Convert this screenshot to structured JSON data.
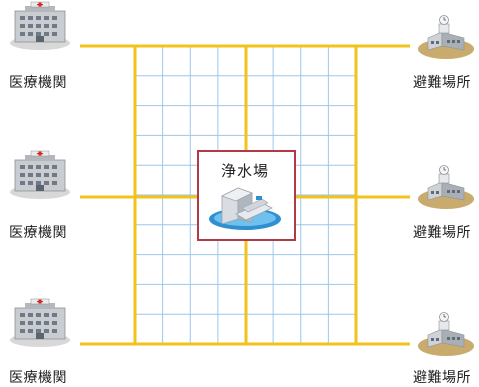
{
  "hospitals": [
    {
      "label": "医療機関",
      "icon": "hospital-building-icon"
    },
    {
      "label": "医療機関",
      "icon": "hospital-building-icon"
    },
    {
      "label": "医療機関",
      "icon": "hospital-building-icon"
    }
  ],
  "shelters": [
    {
      "label": "避難場所",
      "icon": "shelter-building-icon"
    },
    {
      "label": "避難場所",
      "icon": "shelter-building-icon"
    },
    {
      "label": "避難場所",
      "icon": "shelter-building-icon"
    }
  ],
  "center": {
    "label": "浄水場",
    "icon": "water-treatment-plant-icon"
  },
  "colors": {
    "main_pipe": "#f2c31a",
    "grid_pipe": "#9ec6ea",
    "center_border": "#b23a48",
    "water": "#3f9ad6",
    "ground": "#c9ab6e"
  }
}
